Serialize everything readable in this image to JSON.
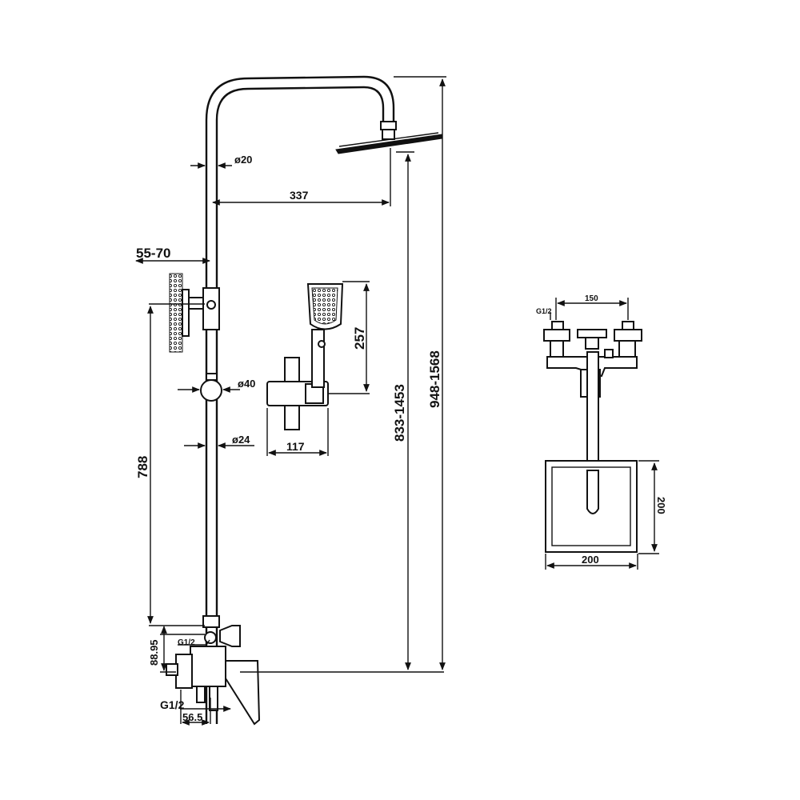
{
  "dimensions": {
    "outer_pipe_diameter": "ø20",
    "arm_length": "337",
    "wall_bracket": "55-70",
    "handshower_holder_diameter": "ø40",
    "slide_bar_diameter": "ø24",
    "handshower_length": "257",
    "holder_width": "117",
    "bracket_to_mixer": "788",
    "mixer_outlet_offset": "88.95",
    "inlet_thread_small": "G1/2",
    "inlet_thread": "G1/2",
    "inlet_spacing_left": "56.5",
    "handshower_height_range": "833-1453",
    "total_height_range": "948-1568"
  },
  "side_view": {
    "inlet_thread": "G1/2",
    "inlet_spacing": "150",
    "head_width": "200",
    "head_depth": "200"
  },
  "colors": {
    "line": "#111111",
    "background": "#ffffff"
  }
}
